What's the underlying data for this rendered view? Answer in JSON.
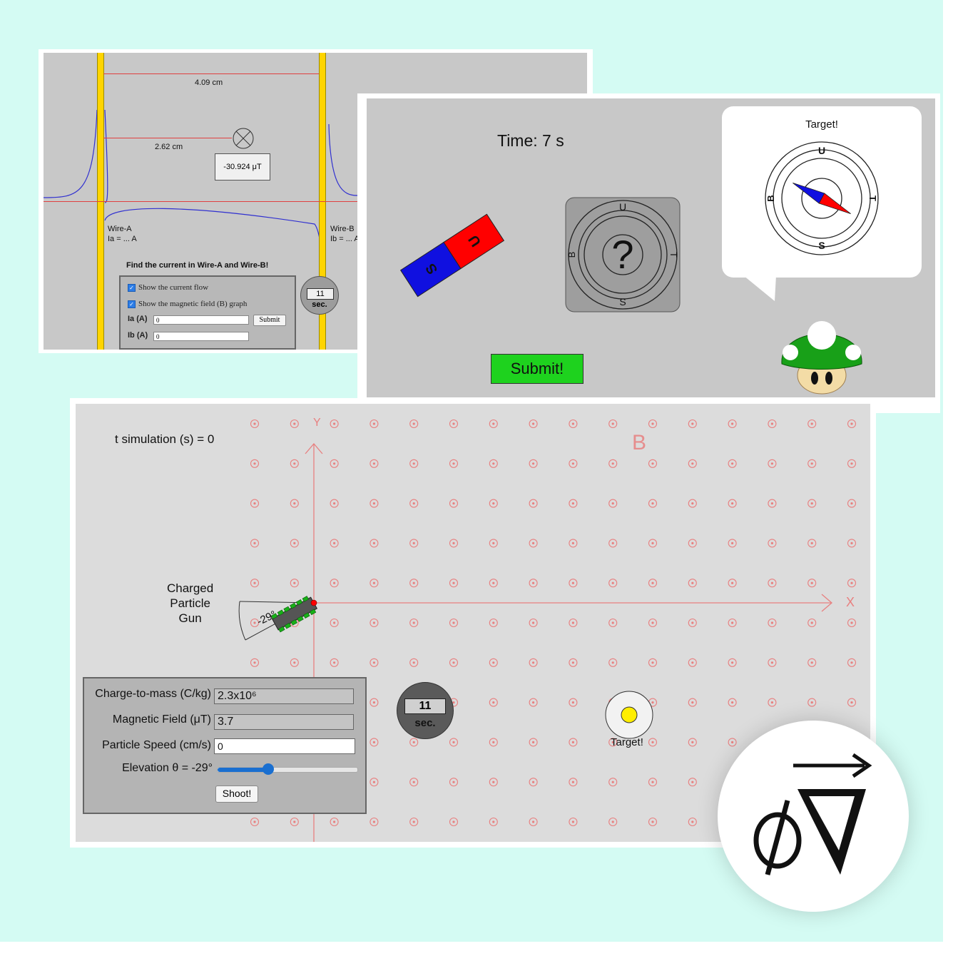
{
  "wire_panel": {
    "distance_top": "4.09 cm",
    "distance_mid": "2.62 cm",
    "field_value": "-30.924 μT",
    "wire_a_name": "Wire-A",
    "wire_a_current": "Ia = ... A",
    "wire_b_name": "Wire-B",
    "wire_b_current": "Ib = ... A",
    "task": "Find the current in Wire-A and Wire-B!",
    "show_current_label": "Show the current flow",
    "show_field_label": "Show the magnetic field (B) graph",
    "ia_label": "Ia (A)",
    "ia_value": "0",
    "ib_label": "Ib (A)",
    "ib_value": "0",
    "submit_label": "Submit",
    "timer_value": "11",
    "timer_unit": "sec."
  },
  "compass_panel": {
    "time_label": "Time: 7 s",
    "magnet_north": "U",
    "magnet_south": "S",
    "question_mark": "?",
    "dir_u": "U",
    "dir_s": "S",
    "dir_b": "B",
    "dir_t": "T",
    "target_label": "Target!",
    "submit_label": "Submit!"
  },
  "particle_panel": {
    "t_sim_label": "t simulation (s) = 0",
    "axis_y": "Y",
    "axis_x": "X",
    "field_symbol": "B",
    "gun_line1": "Charged",
    "gun_line2": "Particle",
    "gun_line3": "Gun",
    "angle_label": "-29°",
    "ctm_label": "Charge-to-mass (C/kg)",
    "ctm_value": "2.3x10⁶",
    "mag_label": "Magnetic Field (μT)",
    "mag_value": "3.7",
    "speed_label": "Particle Speed (cm/s)",
    "speed_value": "0",
    "elev_label": "Elevation θ = -29°",
    "elev_fraction": 0.36,
    "shoot_label": "Shoot!",
    "timer_value": "11",
    "timer_unit": "sec.",
    "target_label": "Target!"
  },
  "colors": {
    "background": "#d4fbf3",
    "wire": "#ffd400",
    "field_line": "#3030d0",
    "magnet_north": "#ff0000",
    "magnet_south": "#1010e0",
    "submit_green": "#1ed21e",
    "field_dot": "#e88080",
    "slider": "#1a6fd0"
  }
}
